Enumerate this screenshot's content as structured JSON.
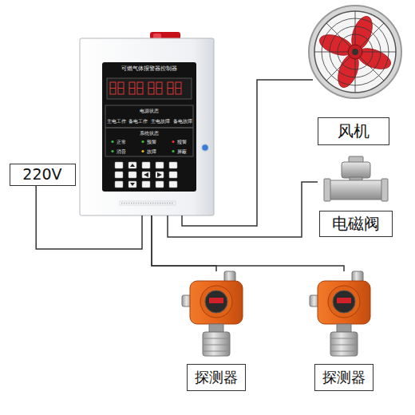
{
  "diagram": {
    "nodes": [
      {
        "text": [
          "220V"
        ]
      },
      {
        "text": [
          "可燃气体报警器控制器"
        ]
      },
      {
        "text": [
          "风机"
        ]
      },
      {
        "text": [
          "电磁阀"
        ]
      },
      {
        "text": [
          "探测器"
        ]
      },
      {
        "text": [
          "探测器"
        ]
      }
    ],
    "edges": [
      {
        "from": 0,
        "to": 1,
        "arrow": "none"
      },
      {
        "from": 1,
        "to": 2,
        "arrow": "none"
      },
      {
        "from": 1,
        "to": 3,
        "arrow": "none"
      },
      {
        "from": 1,
        "to": 4,
        "arrow": "none"
      },
      {
        "from": 1,
        "to": 5,
        "arrow": "none"
      }
    ],
    "labels": [
      "电源状态",
      "主电工作",
      "备电工作",
      "主电故障",
      "备电故障",
      "系统状态",
      "正常",
      "预警",
      "报警",
      "消音",
      "故障",
      "屏蔽"
    ]
  }
}
